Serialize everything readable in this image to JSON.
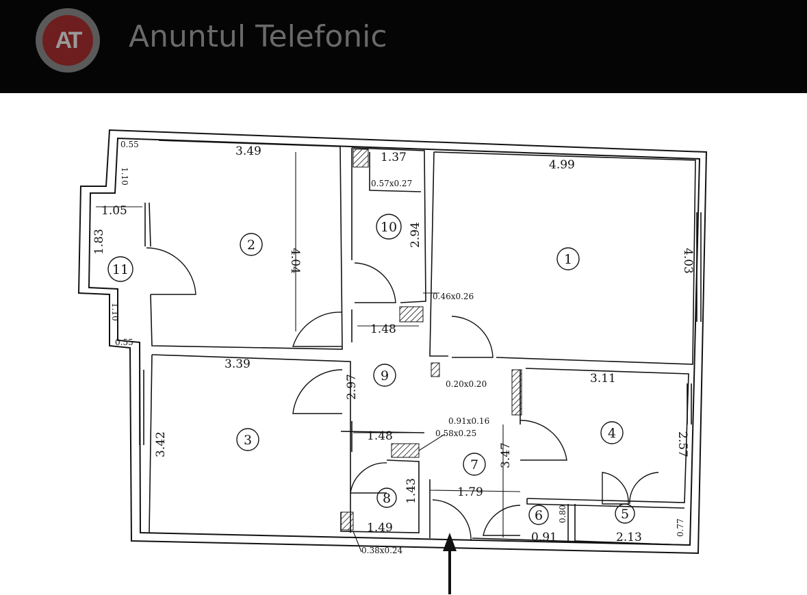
{
  "header": {
    "logo_text": "AT",
    "brand": "Anuntul Telefonic",
    "background": "#050505"
  },
  "plan": {
    "rooms": {
      "r1": "1",
      "r2": "2",
      "r3": "3",
      "r4": "4",
      "r5": "5",
      "r6": "6",
      "r7": "7",
      "r8": "8",
      "r9": "9",
      "r10": "10",
      "r11": "11"
    },
    "dims": {
      "d055a": "0.55",
      "d110a": "1.10",
      "d105": "1.05",
      "d183": "1.83",
      "d110b": "1.10",
      "d055b": "0.55",
      "d349": "3.49",
      "d404": "4.04",
      "d137": "1.37",
      "d057": "0.57x0.27",
      "d294": "2.94",
      "d499": "4.99",
      "d403": "4.03",
      "d046": "0.46x0.26",
      "d148a": "1.48",
      "d339": "3.39",
      "d297": "2.97",
      "d020": "0.20x0.20",
      "d311": "3.11",
      "d342": "3.42",
      "d091a": "0.91x0.16",
      "d148b": "1.48",
      "d058": "0.58x0.25",
      "d257": "2.57",
      "d347": "3.47",
      "d143": "1.43",
      "d179": "1.79",
      "d149": "1.49",
      "d080": "0.80",
      "d091b": "0.91",
      "d213": "2.13",
      "d077": "0.77",
      "d038": "0.38x0.24"
    }
  }
}
